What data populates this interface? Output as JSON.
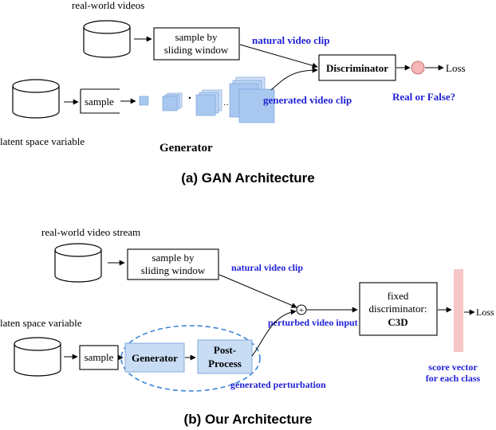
{
  "part_a": {
    "real_world_videos": "real-world videos",
    "sample_by": "sample by",
    "sliding_window": "sliding window",
    "natural_video_clip": "natural video clip",
    "discriminator": "Discriminator",
    "loss": "Loss",
    "sample": "sample",
    "latent_space_variable": "latent space variable",
    "generated_video_clip": "generated  video clip",
    "real_or_false": "Real or False?",
    "generator": "Generator",
    "caption": "(a) GAN Architecture"
  },
  "part_b": {
    "real_world_video_stream": "real-world video stream",
    "sample_by": "sample by",
    "sliding_window": "sliding window",
    "natural_video_clip": "natural video clip",
    "plus_symbol": "+",
    "perturbed_video_input": "perturbed video input",
    "fixed": "fixed",
    "discriminator": "discriminator:",
    "c3d": "C3D",
    "loss": "Loss",
    "latent_space_variable": "laten space variable",
    "sample": "sample",
    "generator": "Generator",
    "post": "Post-",
    "process": "Process",
    "generated_perturbation": "generated  perturbation",
    "score_vector": "score vector",
    "for_each_class": "for each class",
    "caption": "(b) Our Architecture"
  },
  "colors": {
    "blue_text": "#1f1fd6",
    "discriminator_output_circle": "#f4b6b6",
    "generated_frame": "#a9c8f0",
    "process_box": "#c8dcf4",
    "dashed_ellipse": "#3a86d8",
    "score_bar": "#f8c6c6"
  }
}
